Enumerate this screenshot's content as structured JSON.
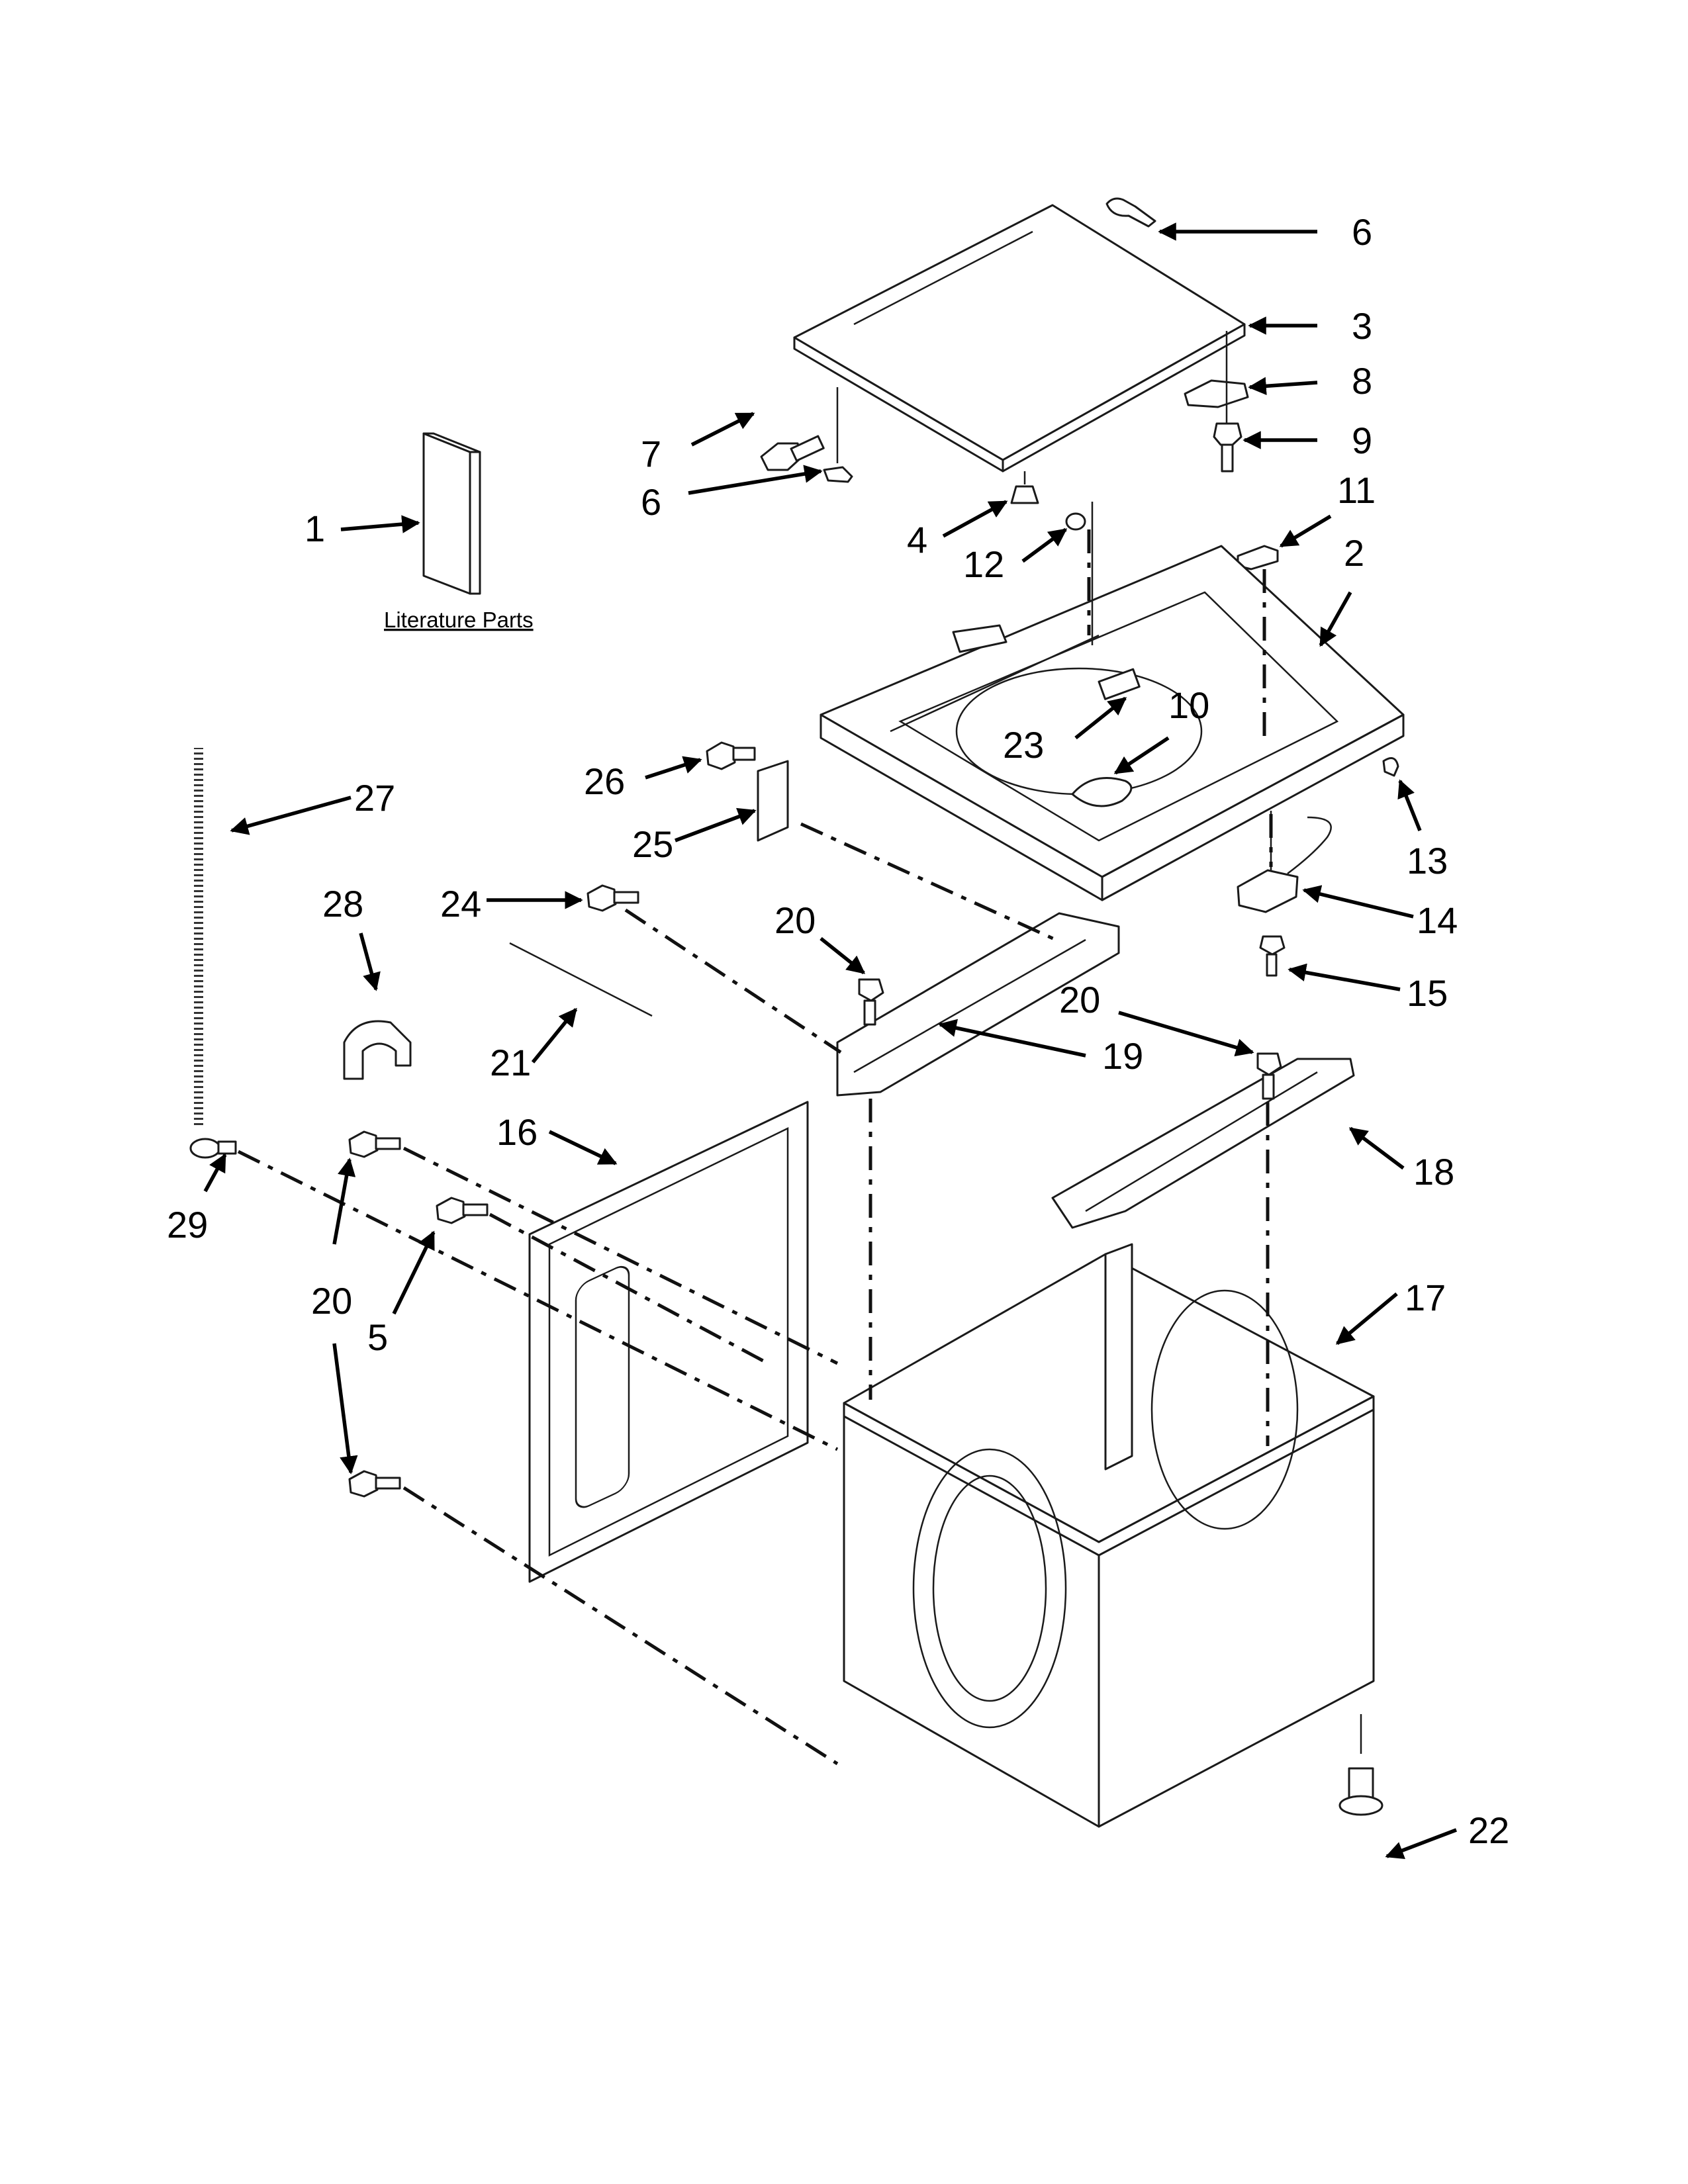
{
  "literature_caption": "Literature Parts",
  "callouts": {
    "c6a": "6",
    "c3": "3",
    "c8": "8",
    "c9": "9",
    "c7": "7",
    "c6b": "6",
    "c1": "1",
    "c4": "4",
    "c12": "12",
    "c11": "11",
    "c2": "2",
    "c23": "23",
    "c10": "10",
    "c26": "26",
    "c25": "25",
    "c27": "27",
    "c13": "13",
    "c14": "14",
    "c15": "15",
    "c28": "28",
    "c24": "24",
    "c20a": "20",
    "c20b": "20",
    "c20c": "20",
    "c21": "21",
    "c19": "19",
    "c16": "16",
    "c18": "18",
    "c29": "29",
    "c5": "5",
    "c17": "17",
    "c22": "22"
  }
}
